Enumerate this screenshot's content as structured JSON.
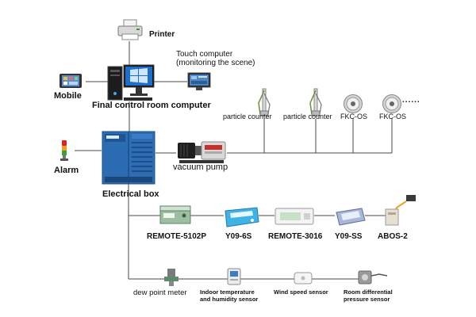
{
  "labels": {
    "printer": "Printer",
    "touch_computer": "Touch computer",
    "touch_computer_sub": "(monitoring the scene)",
    "mobile": "Mobile",
    "final_control": "Final control room computer",
    "particle_counter_1": "particle counter",
    "particle_counter_2": "particle counter",
    "fkc_1": "FKC-OS",
    "fkc_2": "FKC-OS",
    "ellipsis": "......",
    "alarm": "Alarm",
    "vacuum_pump": "vacuum pump",
    "electrical_box": "Electrical box",
    "remote_5102p": "REMOTE-5102P",
    "y09_6s": "Y09-6S",
    "remote_3016": "REMOTE-3016",
    "y09_ss": "Y09-SS",
    "abos_2": "ABOS-2",
    "dew_point_meter": "dew point meter",
    "indoor_temp_1": "Indoor temperature",
    "indoor_temp_2": "and humidity sensor",
    "wind_speed": "Wind speed sensor",
    "room_diff_1": "Room differential",
    "room_diff_2": "pressure sensor"
  },
  "colors": {
    "line": "#4a4a4a",
    "cabinet": "#2b6cb3",
    "alarm_red": "#d8242b",
    "alarm_yellow": "#e8a21c",
    "alarm_green": "#3aa13a"
  }
}
